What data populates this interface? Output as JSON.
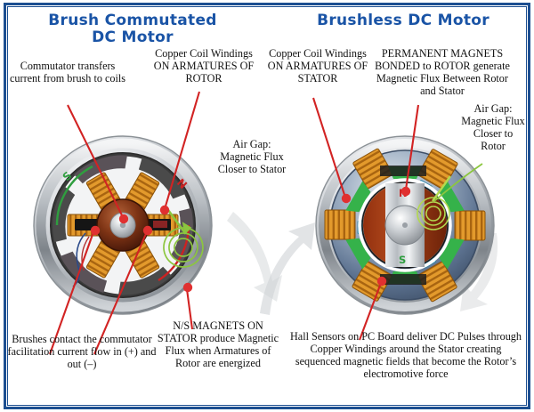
{
  "frame": {
    "border_color": "#1d4f91",
    "background": "#ffffff"
  },
  "panels": {
    "left": {
      "title": "Brush Commutated\nDC Motor",
      "title_line1": "Brush Commutated",
      "title_line2": "DC Motor",
      "labels": {
        "commutator": "Commutator transfers current from brush to coils",
        "copper_coil": "Copper Coil Windings ON ARMATURES OF ROTOR",
        "air_gap": "Air Gap: Magnetic Flux Closer to Stator",
        "brushes": "Brushes contact the commutator facilitation current flow in (+) and out (–)",
        "magnets": "N/S MAGNETS ON STATOR produce Magnetic Flux when Armatures of Rotor are energized"
      },
      "magnet_poles": {
        "left": "S",
        "right": "N"
      }
    },
    "right": {
      "title": "Brushless DC Motor",
      "labels": {
        "copper_coil": "Copper Coil Windings ON ARMATURES OF STATOR",
        "permanent_magnets": "PERMANENT MAGNETS BONDED to ROTOR generate Magnetic Flux Between Rotor and Stator",
        "air_gap": "Air Gap: Magnetic Flux Closer to Rotor",
        "hall_sensors": "Hall Sensors on PC Board deliver DC Pulses through Copper Windings around the Stator creating sequenced magnetic fields that become the Rotor’s electromotive force"
      },
      "rotor_poles": {
        "north": "N",
        "south": "S"
      }
    }
  },
  "colors": {
    "title_blue": "#1a54a6",
    "leader_red": "#d22323",
    "copper": "#e8a13a",
    "flux_green": "#8cc63f",
    "magnet_green": "#2f9e3f",
    "pole_red": "#cc2222",
    "housing_silver": "#c9cdd2",
    "stator_blue_gray": "#5d7391",
    "rotor_brown": "#7a2f12",
    "shaft_silver": "#d7dade",
    "swoosh_gray": "#d6d8da"
  }
}
